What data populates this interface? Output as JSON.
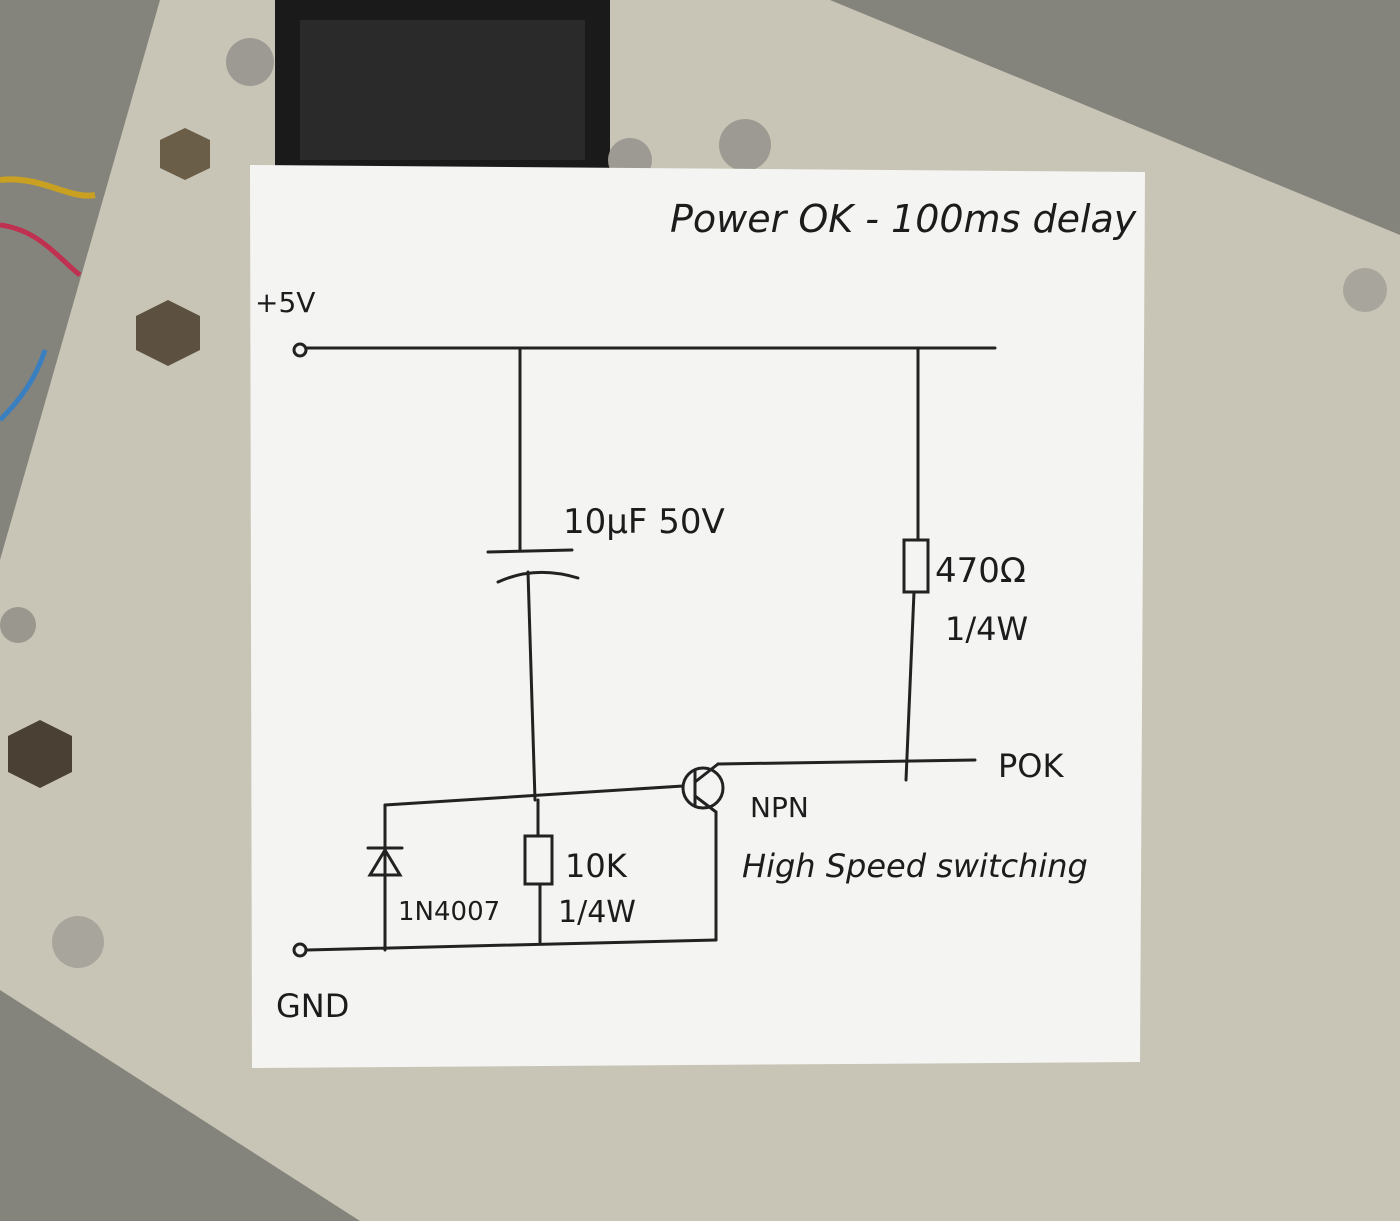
{
  "title": "Power OK - 100ms delay",
  "terminals": {
    "supply": "+5V",
    "ground": "GND",
    "output": "POK"
  },
  "capacitor": {
    "value": "10µF 50V"
  },
  "pullup_resistor": {
    "value": "470Ω",
    "power": "1/4W"
  },
  "base_resistor": {
    "value": "10K",
    "power": "1/4W"
  },
  "diode": {
    "part": "1N4007"
  },
  "transistor": {
    "type": "NPN",
    "note": "High Speed switching"
  },
  "colors": {
    "paper": "#f4f4f2",
    "ink": "#1c1c1c",
    "plate": "#c8c5b6",
    "background": "#85847c"
  }
}
